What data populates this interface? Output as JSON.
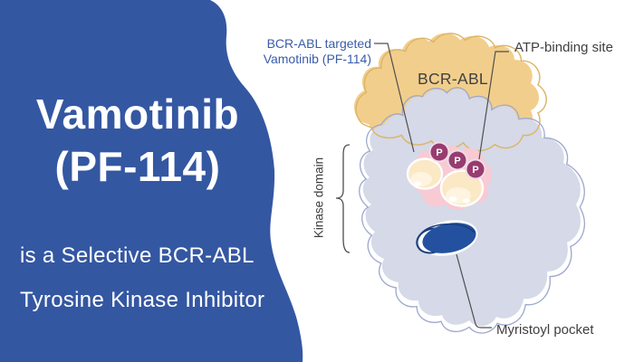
{
  "page": {
    "background": "#FFFFFF"
  },
  "left_panel": {
    "background_color": "#3457A2",
    "text_color": "#FFFFFF",
    "title": {
      "line1": "Vamotinib",
      "line2": "(PF-114)"
    },
    "subtitle": {
      "line1": "is a Selective BCR-ABL",
      "line2": "Tyrosine Kinase Inhibitor"
    }
  },
  "diagram": {
    "protein_label": "BCR-ABL",
    "targeted_label": {
      "line1": "BCR-ABL targeted",
      "line2": "Vamotinib (PF-114)",
      "color": "#3A5CA8"
    },
    "atp_label": "ATP-binding site",
    "kinase_domain_label": "Kinase domain",
    "myristoyl_label": "Myristoyl pocket",
    "phosphate_symbol": "P",
    "phosphate_count": 3,
    "label_color": "#3F3F3F",
    "leader_line_color": "#4F4F4F",
    "colors": {
      "bcr_abl_fill": "#F2CE8C",
      "bcr_abl_outline": "#DCB566",
      "kinase_fill": "#D5D9E8",
      "kinase_outline": "#9FA9CE",
      "activation_region_fill": "#F8CAD3",
      "sphere_fill": "#FBE8C5",
      "sphere_highlight": "#FFF6E4",
      "phosphate_fill": "#983C6F",
      "phosphate_ring": "#F0DCE7",
      "myristoyl_fill": "#24519F",
      "myristoyl_outline": "#173C7C",
      "panel_blue": "#3457A2"
    }
  }
}
